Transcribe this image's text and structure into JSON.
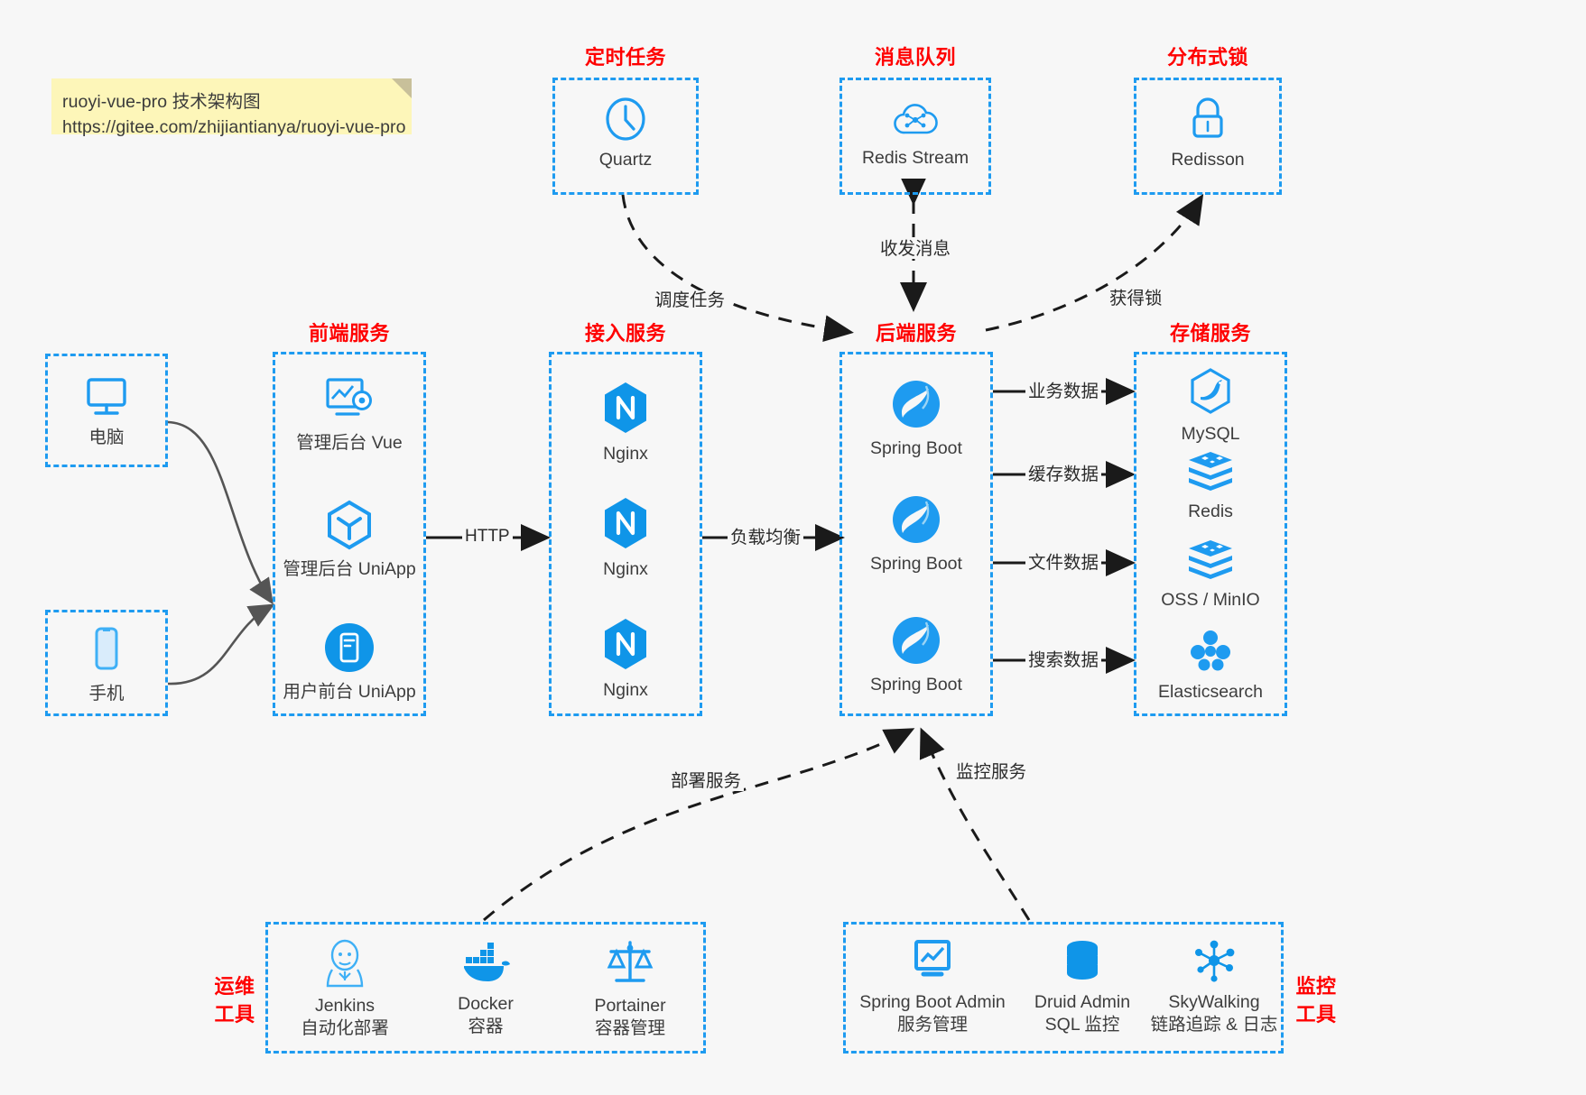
{
  "note": {
    "line1": "ruoyi-vue-pro 技术架构图",
    "line2": "https://gitee.com/zhijiantianya/ruoyi-vue-pro"
  },
  "colors": {
    "accent": "#1e9bf0",
    "header_red": "#ff0000",
    "background": "#f7f7f7",
    "note_bg": "#fdf6b9",
    "text": "#3d3d3d",
    "arrow": "#555555",
    "dashed_arrow": "#1a1a1a"
  },
  "groups": {
    "scheduler": {
      "title": "定时任务",
      "nodes": [
        {
          "label": "Quartz",
          "icon": "clock-icon"
        }
      ]
    },
    "mq": {
      "title": "消息队列",
      "nodes": [
        {
          "label": "Redis Stream",
          "icon": "cloud-network-icon"
        }
      ]
    },
    "lock": {
      "title": "分布式锁",
      "nodes": [
        {
          "label": "Redisson",
          "icon": "lock-icon"
        }
      ]
    },
    "clients": {
      "nodes": [
        {
          "label": "电脑",
          "icon": "desktop-monitor-icon"
        },
        {
          "label": "手机",
          "icon": "mobile-phone-icon"
        }
      ]
    },
    "frontend": {
      "title": "前端服务",
      "nodes": [
        {
          "label": "管理后台 Vue",
          "icon": "dashboard-gear-icon"
        },
        {
          "label": "管理后台 UniApp",
          "icon": "cube-icon"
        },
        {
          "label": "用户前台 UniApp",
          "icon": "app-circle-icon"
        }
      ]
    },
    "gateway": {
      "title": "接入服务",
      "nodes": [
        {
          "label": "Nginx",
          "icon": "nginx-icon"
        },
        {
          "label": "Nginx",
          "icon": "nginx-icon"
        },
        {
          "label": "Nginx",
          "icon": "nginx-icon"
        }
      ]
    },
    "backend": {
      "title": "后端服务",
      "nodes": [
        {
          "label": "Spring Boot",
          "icon": "spring-boot-icon"
        },
        {
          "label": "Spring Boot",
          "icon": "spring-boot-icon"
        },
        {
          "label": "Spring Boot",
          "icon": "spring-boot-icon"
        }
      ]
    },
    "storage": {
      "title": "存储服务",
      "nodes": [
        {
          "label": "MySQL",
          "icon": "mysql-dolphin-icon"
        },
        {
          "label": "Redis",
          "icon": "redis-stack-icon"
        },
        {
          "label": "OSS / MinIO",
          "icon": "oss-stack-icon"
        },
        {
          "label": "Elasticsearch",
          "icon": "elasticsearch-icon"
        }
      ]
    },
    "devops": {
      "title_line1": "运维",
      "title_line2": "工具",
      "nodes": [
        {
          "label": "Jenkins",
          "sublabel": "自动化部署",
          "icon": "jenkins-butler-icon"
        },
        {
          "label": "Docker",
          "sublabel": "容器",
          "icon": "docker-whale-icon"
        },
        {
          "label": "Portainer",
          "sublabel": "容器管理",
          "icon": "scales-icon"
        }
      ]
    },
    "monitor": {
      "title_line1": "监控",
      "title_line2": "工具",
      "nodes": [
        {
          "label": "Spring Boot Admin",
          "sublabel": "服务管理",
          "icon": "monitor-chart-icon"
        },
        {
          "label": "Druid Admin",
          "sublabel": "SQL 监控",
          "icon": "database-icon"
        },
        {
          "label": "SkyWalking",
          "sublabel": "链路追踪 & 日志",
          "icon": "network-nodes-icon"
        }
      ]
    }
  },
  "edges": {
    "http": "HTTP",
    "load_balance": "负载均衡",
    "schedule_task": "调度任务",
    "send_receive_message": "收发消息",
    "acquire_lock": "获得锁",
    "business_data": "业务数据",
    "cache_data": "缓存数据",
    "file_data": "文件数据",
    "search_data": "搜索数据",
    "deploy_service": "部署服务",
    "monitor_service": "监控服务"
  }
}
